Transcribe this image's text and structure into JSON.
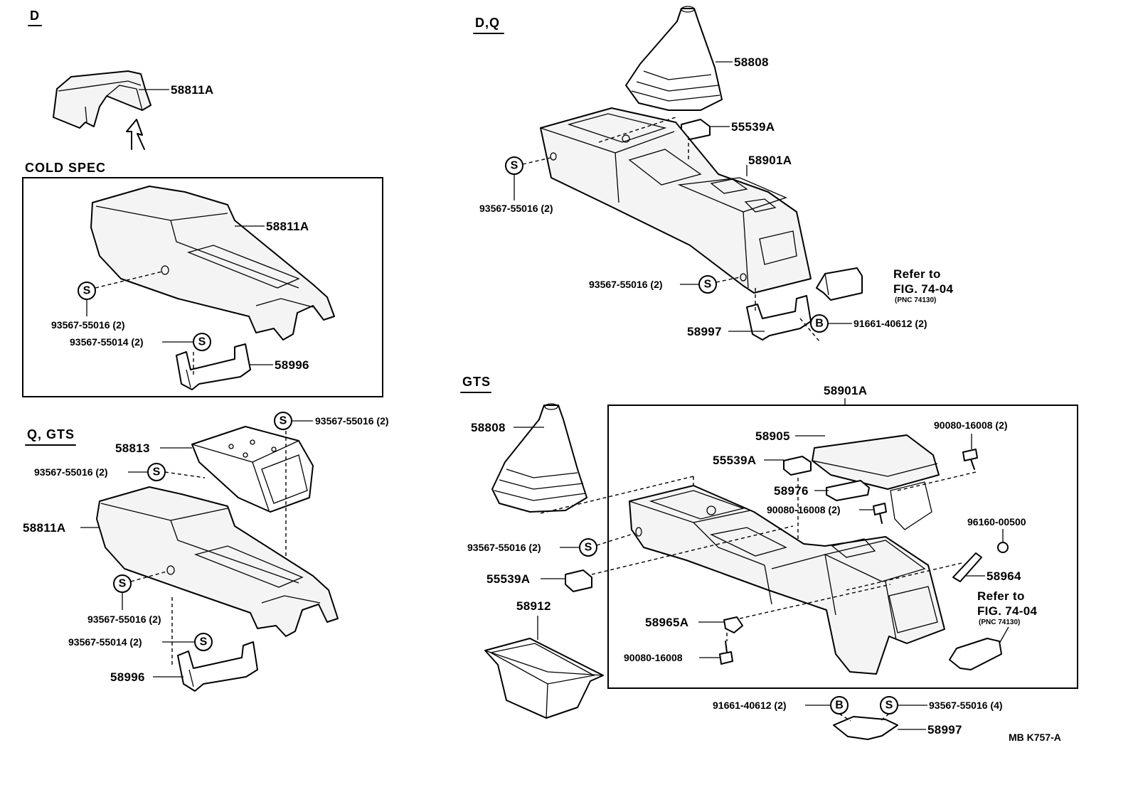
{
  "sections": {
    "d": "D",
    "cold_spec": "COLD  SPEC",
    "q_gts": "Q, GTS",
    "dq": "D,Q",
    "gts": "GTS"
  },
  "symbols": {
    "screw": "S",
    "bolt": "B"
  },
  "parts": {
    "d_58811A": "58811A",
    "cold_58811A": "58811A",
    "cold_93567_55016": "93567-55016 (2)",
    "cold_93567_55014": "93567-55014 (2)",
    "cold_58996": "58996",
    "qgts_93567_55016_top": "93567-55016 (2)",
    "qgts_58813": "58813",
    "qgts_93567_55016_left": "93567-55016 (2)",
    "qgts_58811A": "58811A",
    "qgts_93567_55016_bottom": "93567-55016 (2)",
    "qgts_93567_55014": "93567-55014 (2)",
    "qgts_58996": "58996",
    "dq_58808": "58808",
    "dq_55539A": "55539A",
    "dq_58901A": "58901A",
    "dq_93567_55016_a": "93567-55016 (2)",
    "dq_93567_55016_b": "93567-55016 (2)",
    "dq_58997": "58997",
    "dq_91661_40612": "91661-40612 (2)",
    "gts_58901A": "58901A",
    "gts_58808": "58808",
    "gts_58905": "58905",
    "gts_90080_16008_a": "90080-16008 (2)",
    "gts_55539A_a": "55539A",
    "gts_58976": "58976",
    "gts_90080_16008_b": "90080-16008 (2)",
    "gts_96160_00500": "96160-00500",
    "gts_93567_55016": "93567-55016 (2)",
    "gts_55539A_b": "55539A",
    "gts_58964": "58964",
    "gts_58912": "58912",
    "gts_58965A": "58965A",
    "gts_90080_16008_c": "90080-16008",
    "gts_91661_40612": "91661-40612 (2)",
    "gts_93567_55016_4": "93567-55016 (4)",
    "gts_58997": "58997"
  },
  "refs": {
    "dq_refer": "Refer to",
    "dq_fig": "FIG. 74-04",
    "dq_pnc": "(PNC 74130)",
    "gts_refer": "Refer to",
    "gts_fig": "FIG. 74-04",
    "gts_pnc": "(PNC 74130)"
  },
  "footer": {
    "code": "MB  K757-A"
  }
}
